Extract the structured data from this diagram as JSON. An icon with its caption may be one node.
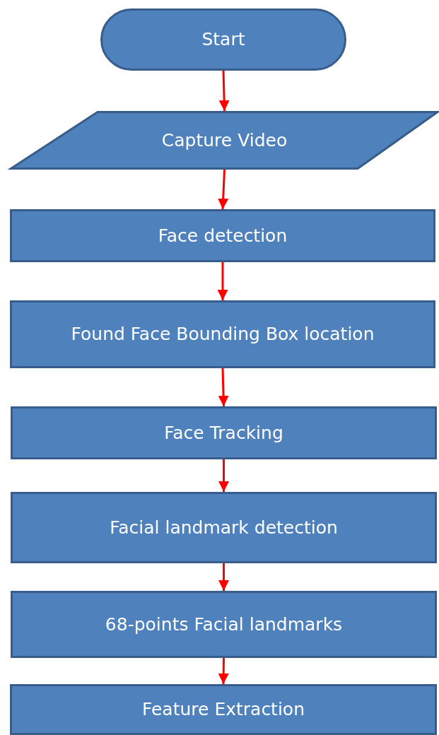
{
  "diagram": {
    "nodes": [
      {
        "text": [
          "Start"
        ]
      },
      {
        "text": [
          "Capture Video"
        ]
      },
      {
        "text": [
          "Face detection"
        ]
      },
      {
        "text": [
          "Found Face Bounding Box location"
        ]
      },
      {
        "text": [
          "Face Tracking"
        ]
      },
      {
        "text": [
          "Facial landmark detection"
        ]
      },
      {
        "text": [
          "68-points Facial landmarks"
        ]
      },
      {
        "text": [
          "Feature Extraction"
        ]
      }
    ],
    "edges": [
      {
        "from": 0,
        "to": 1,
        "arrow": "to"
      },
      {
        "from": 1,
        "to": 2,
        "arrow": "to"
      },
      {
        "from": 2,
        "to": 3,
        "arrow": "to"
      },
      {
        "from": 3,
        "to": 4,
        "arrow": "to"
      },
      {
        "from": 4,
        "to": 5,
        "arrow": "to"
      },
      {
        "from": 5,
        "to": 6,
        "arrow": "to"
      },
      {
        "from": 6,
        "to": 7,
        "arrow": "to"
      }
    ]
  }
}
